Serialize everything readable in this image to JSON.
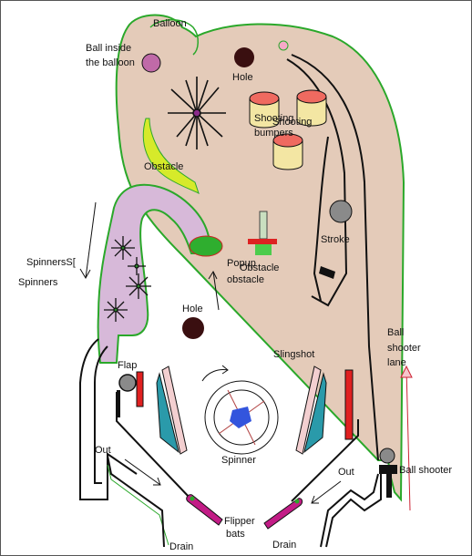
{
  "colors": {
    "playfield": "#e4cbb9",
    "playfield_outline": "#2aa82a",
    "wall": "#111111",
    "tube": "#d7b9d9",
    "bumper_top": "#ef6a60",
    "bumper_body": "#f3e6a3",
    "obstacle": "#d6ea2a",
    "flipper": "#c21c86",
    "slingshot_teal": "#2a9aaa",
    "slingshot_pink": "#f3cfd0",
    "flap_red": "#e02020",
    "arrow_red": "#cc2233"
  },
  "labels": {
    "balloon": "Balloon",
    "ball_inside_balloon_1": "Ball inside",
    "ball_inside_balloon_2": "the balloon",
    "hole_top": "Hole",
    "shooting_bumpers_1": "Shooting",
    "shooting_bumpers_1b": "Shooting",
    "shooting_bumpers_2": "bumpers",
    "obstacle": "Obstacle",
    "stroke": "Stroke",
    "spinners_1": "SpinnersS[",
    "spinners_2": "Spinners",
    "popup_1": "Popup",
    "popup_2": "obstacle",
    "popup_3": "Obstacle",
    "hole_mid": "Hole",
    "slingshot": "Slingshot",
    "ball_shooter_lane_1": "Ball",
    "ball_shooter_lane_2": "shooter",
    "ball_shooter_lane_3": "lane",
    "flap": "Flap",
    "spinner": "Spinner",
    "out_left": "Out",
    "out_right": "Out",
    "ball_shooter": "Ball shooter",
    "flipper_1": "Flipper",
    "flipper_2": "bats",
    "drain_left": "Drain",
    "drain_right": "Drain"
  }
}
